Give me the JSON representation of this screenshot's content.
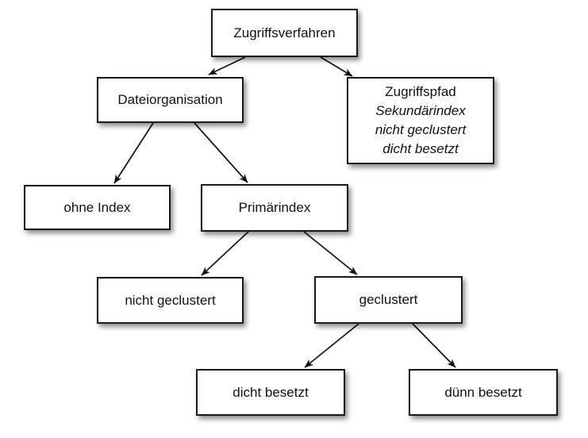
{
  "diagram": {
    "nodes": {
      "zugriffsverfahren": {
        "label": "Zugriffsverfahren"
      },
      "dateiorganisation": {
        "label": "Dateiorganisation"
      },
      "zugriffspfad": {
        "line1": "Zugriffspfad",
        "line2": "Sekundärindex",
        "line3": "nicht geclustert",
        "line4": "dicht besetzt"
      },
      "ohne_index": {
        "label": "ohne Index"
      },
      "primaerindex": {
        "label": "Primärindex"
      },
      "nicht_geclustert": {
        "label": "nicht geclustert"
      },
      "geclustert": {
        "label": "geclustert"
      },
      "dicht_besetzt": {
        "label": "dicht besetzt"
      },
      "duenn_besetzt": {
        "label": "dünn besetzt"
      }
    },
    "edges": [
      {
        "from": "zugriffsverfahren",
        "to": "dateiorganisation"
      },
      {
        "from": "zugriffsverfahren",
        "to": "zugriffspfad"
      },
      {
        "from": "dateiorganisation",
        "to": "ohne_index"
      },
      {
        "from": "dateiorganisation",
        "to": "primaerindex"
      },
      {
        "from": "primaerindex",
        "to": "nicht_geclustert"
      },
      {
        "from": "primaerindex",
        "to": "geclustert"
      },
      {
        "from": "geclustert",
        "to": "dicht_besetzt"
      },
      {
        "from": "geclustert",
        "to": "duenn_besetzt"
      }
    ],
    "colors": {
      "background": "#ffffff",
      "box_border": "#1a1a1a",
      "box_bg": "#ffffff",
      "text": "#111111",
      "arrow": "#111111"
    }
  }
}
